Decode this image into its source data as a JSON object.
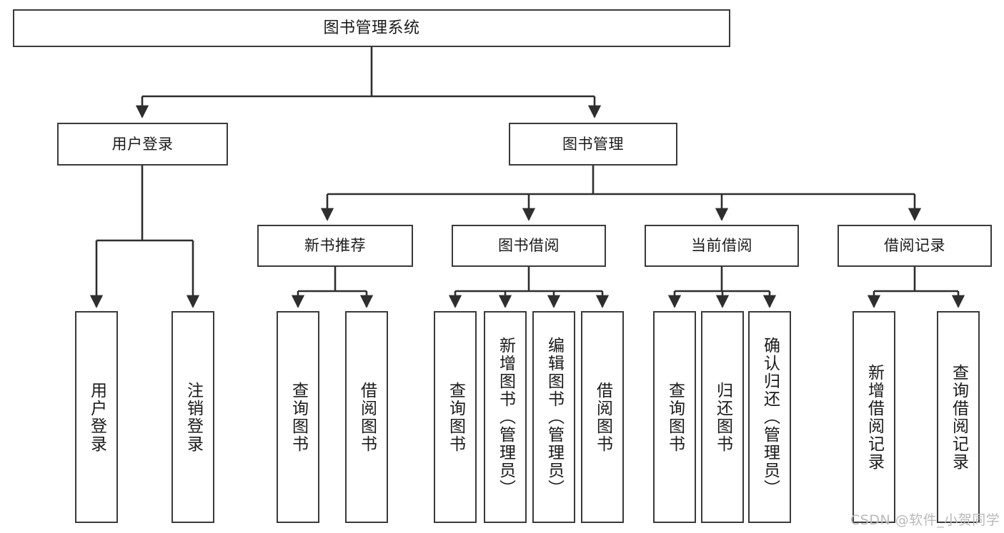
{
  "diagram": {
    "title": "图书管理系统",
    "type": "hierarchy-tree",
    "root": {
      "id": "root",
      "label": "图书管理系统"
    },
    "level2": [
      {
        "id": "user-login",
        "label": "用户登录"
      },
      {
        "id": "book-management",
        "label": "图书管理"
      }
    ],
    "level3": [
      {
        "id": "new-book-recommend",
        "label": "新书推荐"
      },
      {
        "id": "book-borrow",
        "label": "图书借阅"
      },
      {
        "id": "current-borrow",
        "label": "当前借阅"
      },
      {
        "id": "borrow-record",
        "label": "借阅记录"
      }
    ],
    "leaves": {
      "user_login": [
        {
          "id": "leaf-user-login",
          "label": "用户登录"
        },
        {
          "id": "leaf-logout-login",
          "label": "注销登录"
        }
      ],
      "new_book_recommend": [
        {
          "id": "leaf-query-book-1",
          "label": "查询图书"
        },
        {
          "id": "leaf-borrow-book-1",
          "label": "借阅图书"
        }
      ],
      "book_borrow": [
        {
          "id": "leaf-query-book-2",
          "label": "查询图书"
        },
        {
          "id": "leaf-add-book",
          "label": "新增图书（管理员）"
        },
        {
          "id": "leaf-edit-book",
          "label": "编辑图书（管理员）"
        },
        {
          "id": "leaf-borrow-book-2",
          "label": "借阅图书"
        }
      ],
      "current_borrow": [
        {
          "id": "leaf-query-book-3",
          "label": "查询图书"
        },
        {
          "id": "leaf-return-book",
          "label": "归还图书"
        },
        {
          "id": "leaf-confirm-return",
          "label": "确认归还（管理员）"
        }
      ],
      "borrow_record": [
        {
          "id": "leaf-add-record",
          "label": "新增借阅记录"
        },
        {
          "id": "leaf-query-record",
          "label": "查询借阅记录"
        }
      ]
    }
  },
  "watermark": {
    "text": "CSDN @软件_小贺同学"
  },
  "colors": {
    "border": "#3a3a3a",
    "background": "#ffffff",
    "text": "#1a1a1a",
    "watermark": "#b9b9b9"
  }
}
